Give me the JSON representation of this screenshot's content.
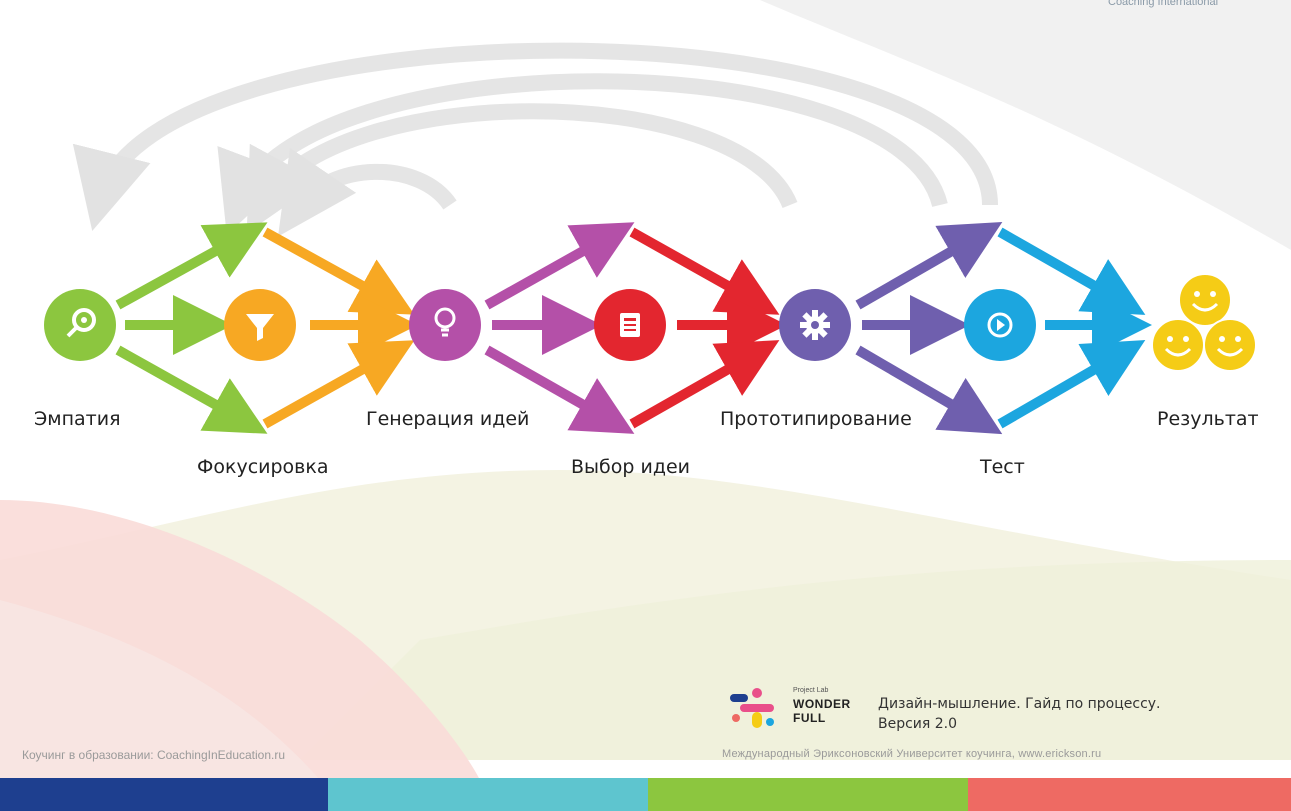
{
  "header": {
    "title_fragment": "",
    "brand": "Coaching International"
  },
  "stages": [
    {
      "id": "empathy",
      "label": "Эмпатия",
      "color": "#8cc63f",
      "icon": "search-icon"
    },
    {
      "id": "focus",
      "label": "Фокусировка",
      "color": "#f7a823",
      "icon": "funnel-icon"
    },
    {
      "id": "ideation",
      "label": "Генерация идей",
      "color": "#b450a8",
      "icon": "lightbulb-icon"
    },
    {
      "id": "choice",
      "label": "Выбор идеи",
      "color": "#e3262f",
      "icon": "document-icon"
    },
    {
      "id": "prototype",
      "label": "Прототипирование",
      "color": "#6f5fae",
      "icon": "gear-icon"
    },
    {
      "id": "test",
      "label": "Тест",
      "color": "#1ca6df",
      "icon": "play-icon"
    },
    {
      "id": "result",
      "label": "Результат",
      "color": "#f5cc16",
      "icon": "smiley-icon"
    }
  ],
  "footer": {
    "left": "Коучинг в образовании: CoachingInEducation.ru",
    "right": "Международный Эриксоновский Университет коучинга, www.erickson.ru",
    "guide_line1": "Дизайн-мышление. Гайд по процессу.",
    "guide_line2": "Версия 2.0",
    "logo_small": "Project Lab",
    "logo_line1": "WONDER",
    "logo_line2": "FULL"
  },
  "colors": {
    "bar1": "#1e3f8f",
    "bar2": "#5ec5cf",
    "bar3": "#8cc63f",
    "bar4": "#ee6a63",
    "feedback_arrow": "#e5e5e5"
  }
}
